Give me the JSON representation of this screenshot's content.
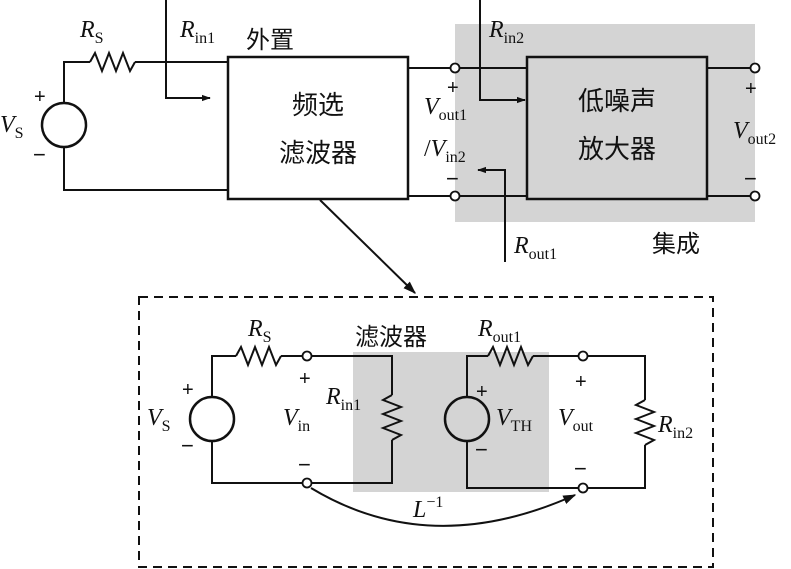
{
  "top": {
    "rs_label": {
      "main": "R",
      "sub": "S"
    },
    "vs_label": {
      "main": "V",
      "sub": "S"
    },
    "rin1_label": {
      "main": "R",
      "sub": "in1"
    },
    "external_label": "外置",
    "filter_block": {
      "line1": "频选",
      "line2": "滤波器"
    },
    "vout1_label": {
      "main": "V",
      "sub": "out1"
    },
    "vin2_label": {
      "prefix": "/",
      "main": "V",
      "sub": "in2"
    },
    "rin2_label": {
      "main": "R",
      "sub": "in2"
    },
    "lna_block": {
      "line1": "低噪声",
      "line2": "放大器"
    },
    "vout2_label": {
      "main": "V",
      "sub": "out2"
    },
    "rout1_label": {
      "main": "R",
      "sub": "out1"
    },
    "integrated_label": "集成",
    "plus": "+",
    "minus": "−"
  },
  "detail": {
    "rs_label": {
      "main": "R",
      "sub": "S"
    },
    "vs_label": {
      "main": "V",
      "sub": "S"
    },
    "filter_label": "滤波器",
    "rout1_label": {
      "main": "R",
      "sub": "out1"
    },
    "rin1_label": {
      "main": "R",
      "sub": "in1"
    },
    "vin_label": {
      "main": "V",
      "sub": "in"
    },
    "vth_label": {
      "main": "V",
      "sub": "TH"
    },
    "vout_label": {
      "main": "V",
      "sub": "out"
    },
    "rin2_label": {
      "main": "R",
      "sub": "in2"
    },
    "loss_label": {
      "main": "L",
      "sup": "−1"
    }
  },
  "colors": {
    "shade": "#d4d4d4",
    "line": "#111111"
  }
}
